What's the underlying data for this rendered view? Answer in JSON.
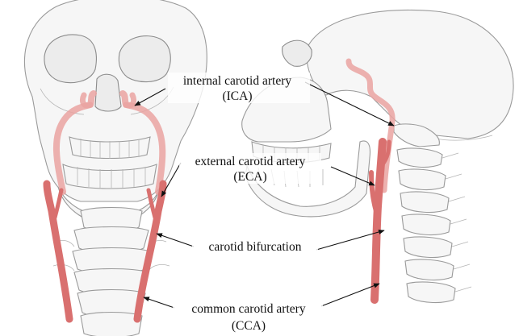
{
  "labels": {
    "ica_line1": "internal carotid artery",
    "ica_line2": "(ICA)",
    "eca_line1": "external carotid artery",
    "eca_line2": "(ECA)",
    "bifurcation": "carotid bifurcation",
    "cca_line1": "common carotid artery",
    "cca_line2": "(CCA)"
  },
  "colors": {
    "artery": "#d9706f",
    "artery_light": "#eaa3a1",
    "bone_outline": "#9a9a9a",
    "text": "#111111"
  },
  "icons": [
    "skull-front-illustration",
    "skull-side-illustration",
    "arrow-pointer"
  ]
}
